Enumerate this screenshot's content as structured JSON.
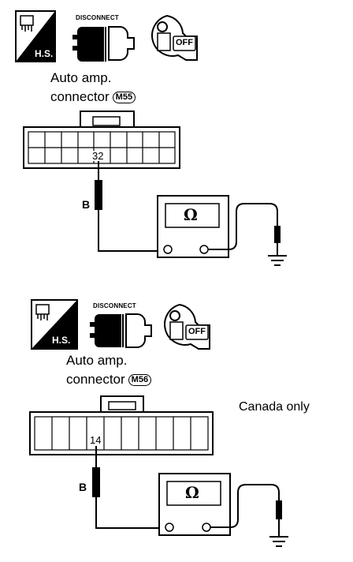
{
  "section_top": {
    "hs_badge": "H.S.",
    "disconnect_label": "DISCONNECT",
    "key_label": "OFF",
    "connector_name_line1": "Auto amp.",
    "connector_name_line2": "connector",
    "connector_code": "M55",
    "terminal": "32",
    "wire_color": "B",
    "meter_symbol": "Ω"
  },
  "section_bottom": {
    "hs_badge": "H.S.",
    "disconnect_label": "DISCONNECT",
    "key_label": "OFF",
    "connector_name_line1": "Auto amp.",
    "connector_name_line2": "connector",
    "connector_code": "M56",
    "terminal": "14",
    "wire_color": "B",
    "meter_symbol": "Ω",
    "note": "Canada only"
  },
  "icons": [
    "hs-harness-icon",
    "disconnect-connector-icon",
    "ignition-key-off-icon",
    "ohmmeter-icon",
    "ground-icon"
  ]
}
